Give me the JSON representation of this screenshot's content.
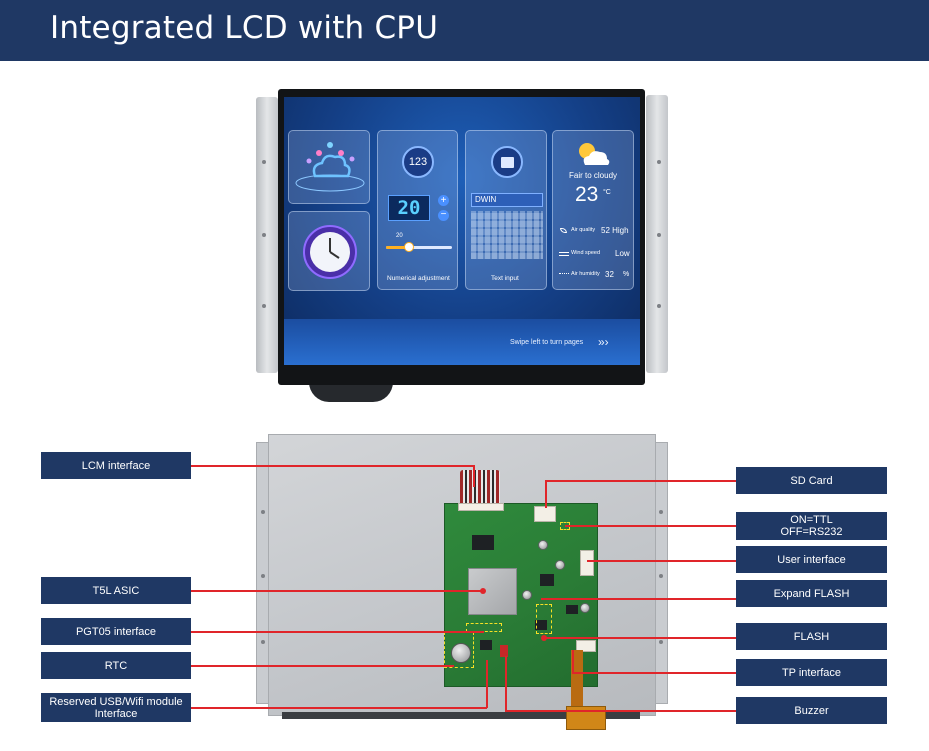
{
  "header": {
    "title": "Integrated LCD with CPU"
  },
  "screen": {
    "card_number_icon": "123",
    "value_display": "20",
    "slider_value": "20",
    "slider_level": 0.35,
    "numerical_caption": "Numerical adjustment",
    "text_input_value": "DWIN",
    "text_input_caption": "Text input",
    "weather_condition": "Fair to cloudy",
    "temperature": "23",
    "temperature_unit": "°C",
    "air_quality_label": "Air quality",
    "air_quality_value": "52 High",
    "wind_speed_label": "Wind speed",
    "wind_speed_value": "Low",
    "air_humidity_label": "Air humidity",
    "air_humidity_value": "32",
    "air_humidity_unit": "%",
    "swipe_hint": "Swipe left to turn pages",
    "icons": [
      "cloud-network-icon",
      "clock-icon",
      "number-123-icon",
      "text-doc-icon",
      "weather-sun-cloud-icon",
      "plus-icon",
      "minus-icon",
      "leaf-icon",
      "wind-icon",
      "humidity-icon",
      "chevrons-right-icon"
    ]
  },
  "labels": {
    "lcm_interface": "LCM interface",
    "t5l_asic": "T5L ASIC",
    "pgt05_interface": "PGT05 interface",
    "rtc": "RTC",
    "reserved_usb": "Reserved USB/Wifi module\nInterface",
    "sd_card": "SD Card",
    "on_off_switch": "ON=TTL\nOFF=RS232",
    "user_interface": "User interface",
    "expand_flash": "Expand FLASH",
    "flash": "FLASH",
    "tp_interface": "TP interface",
    "buzzer": "Buzzer"
  },
  "colors": {
    "header": "#1f3864",
    "label_box": "#1f3864",
    "leader_line": "#e0252a",
    "pcb": "#2a7c36"
  }
}
